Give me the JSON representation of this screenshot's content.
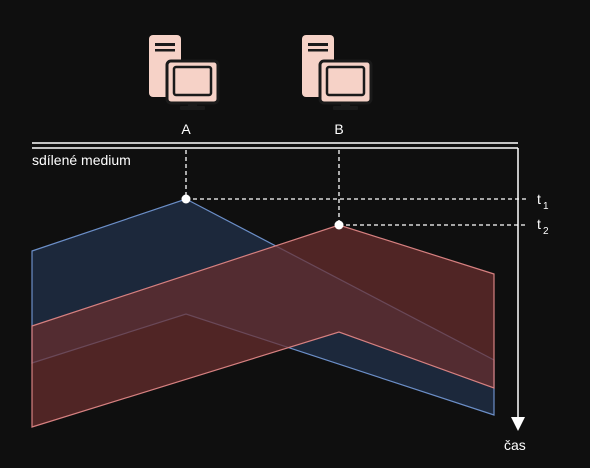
{
  "stations": [
    {
      "label": "A",
      "icon": "computer-icon"
    },
    {
      "label": "B",
      "icon": "computer-icon"
    }
  ],
  "medium_label": "sdílené medium",
  "time_axis": {
    "label": "čas"
  },
  "time_marks": [
    {
      "base": "t",
      "sub": "1"
    },
    {
      "base": "t",
      "sub": "2"
    }
  ],
  "colors": {
    "background": "#0f0f0f",
    "icon_fill": "#f6d2c7",
    "icon_stroke": "#1a1a1a",
    "line": "#ffffff",
    "signal_a_fill": "#1d2a3e",
    "signal_a_stroke": "#6b8ec7",
    "signal_b_fill": "#5b2a2a",
    "signal_b_stroke": "#d68080"
  }
}
